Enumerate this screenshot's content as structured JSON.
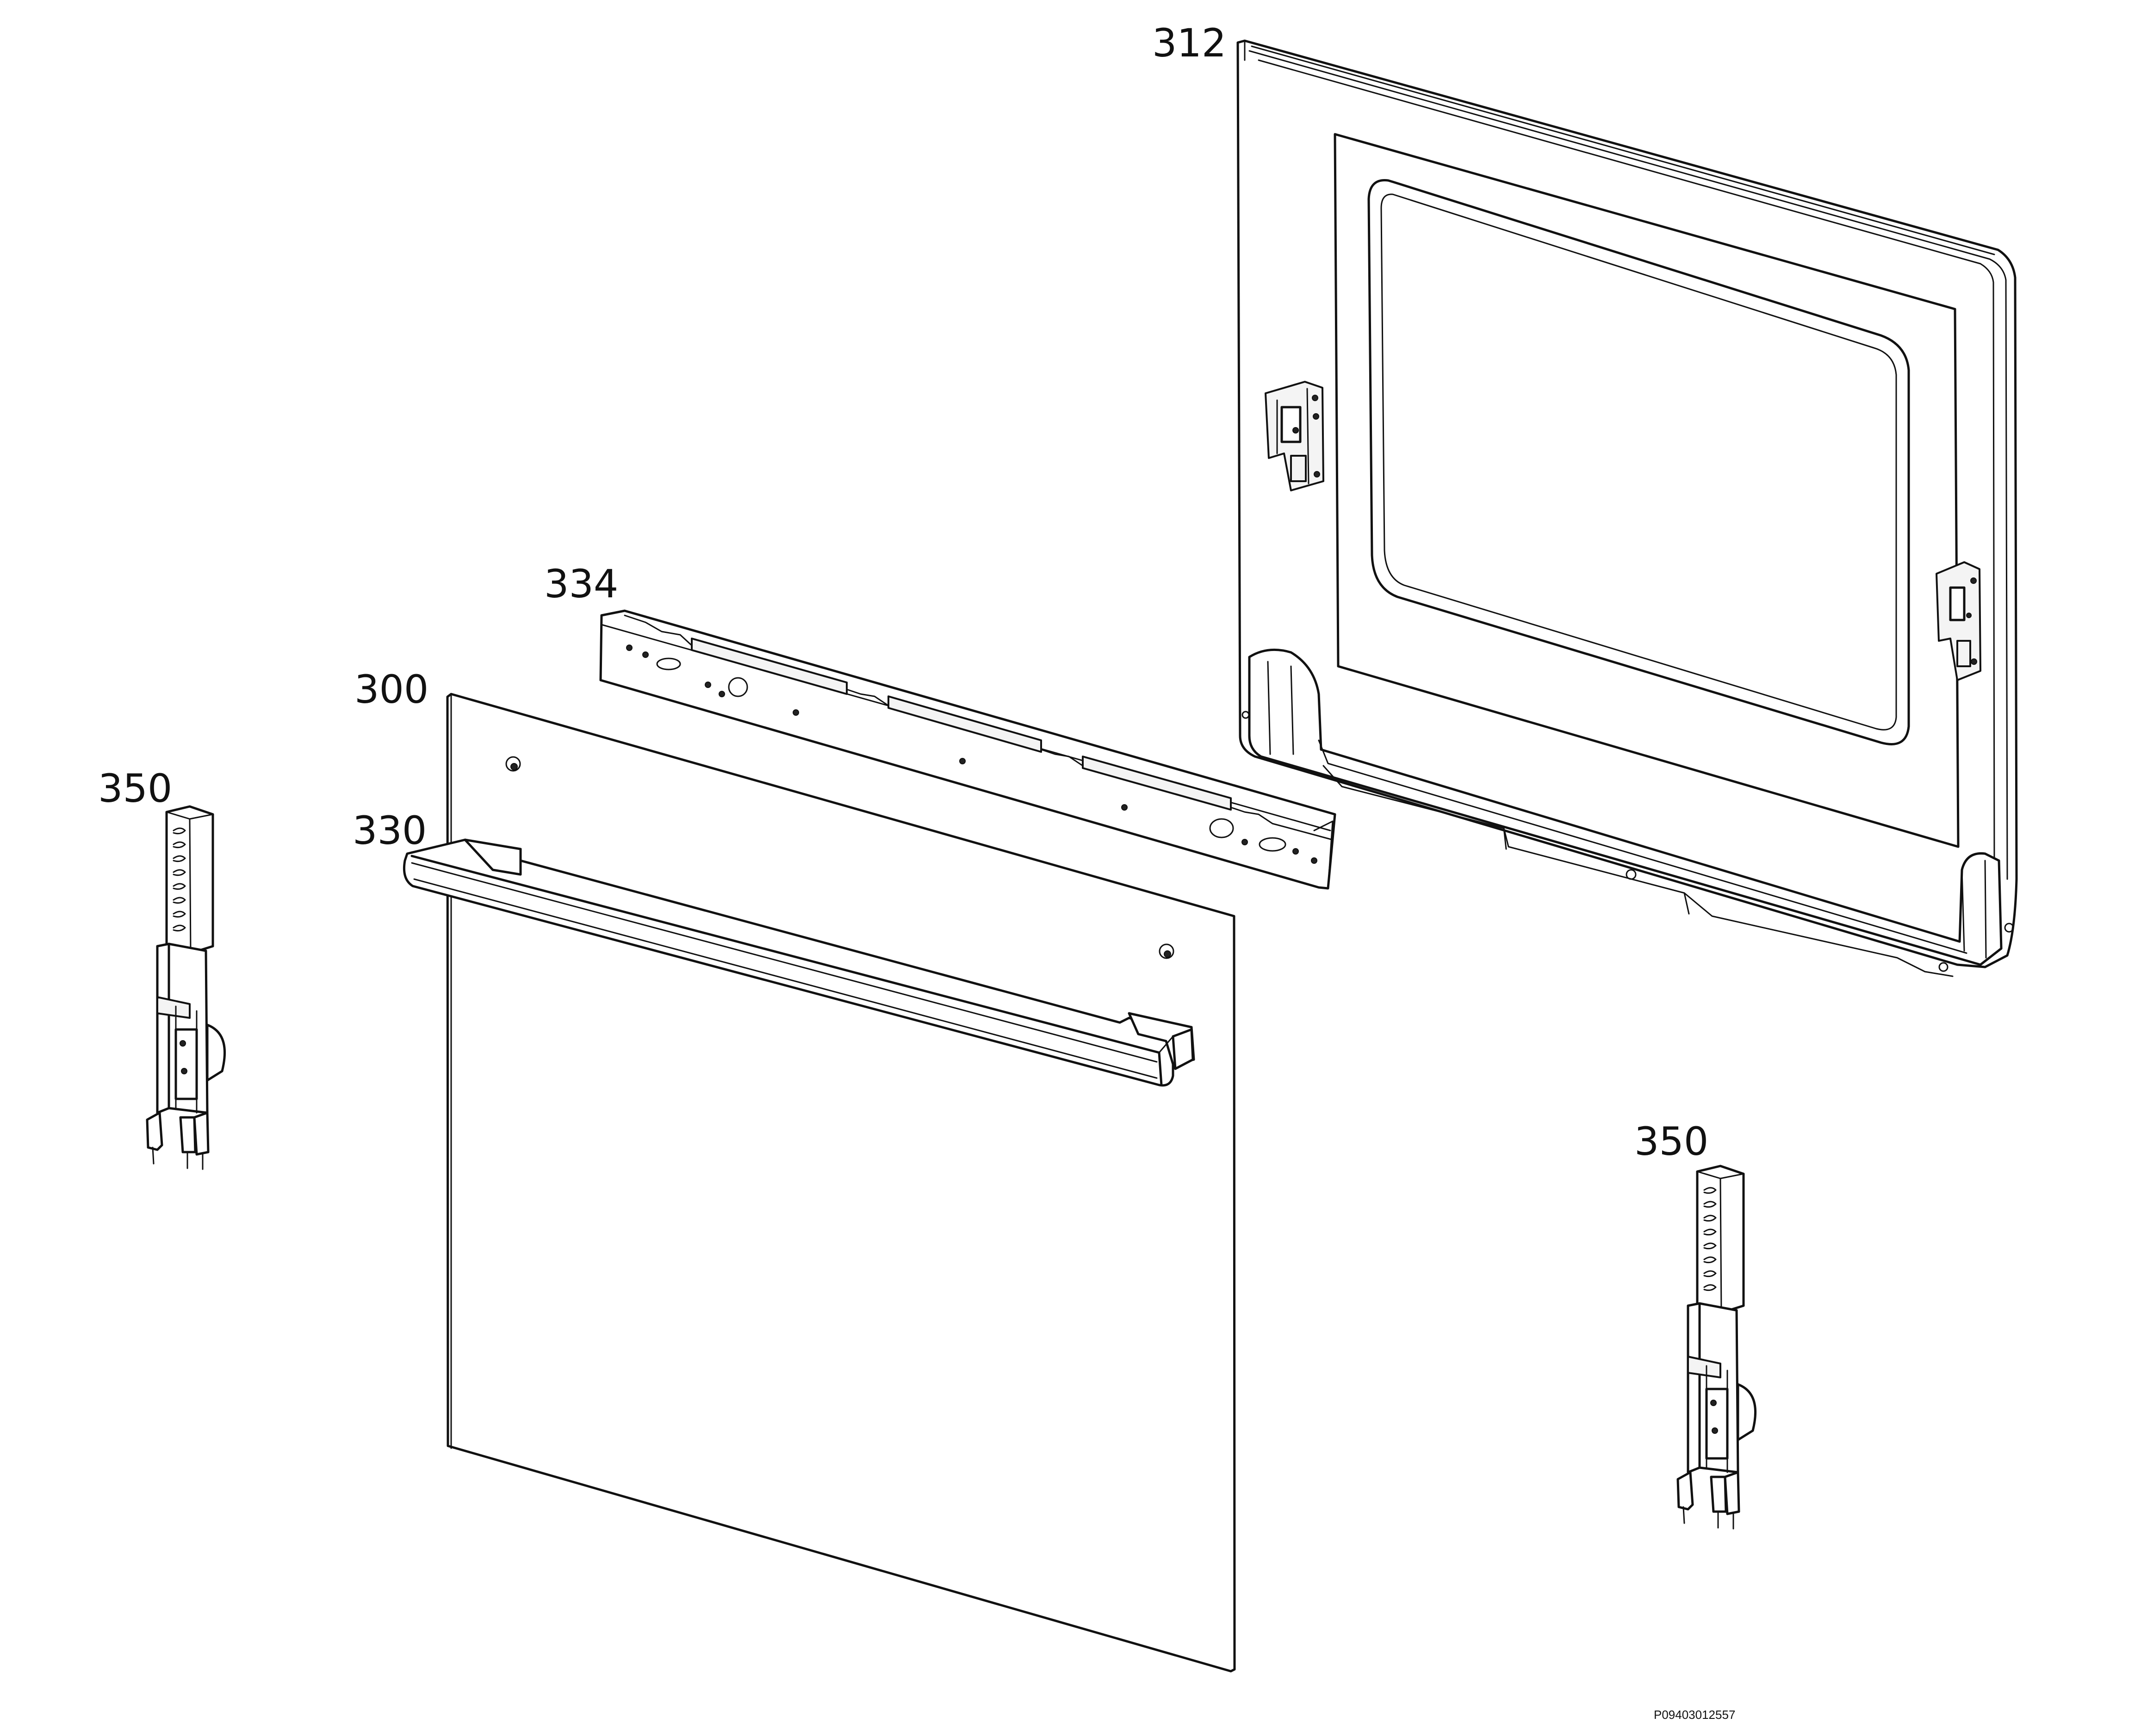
{
  "callouts": {
    "door_frame": "312",
    "crossbar": "334",
    "glass_panel": "300",
    "handle": "330",
    "hinge_left": "350",
    "hinge_right": "350"
  },
  "diagram_code": "P09403012557"
}
